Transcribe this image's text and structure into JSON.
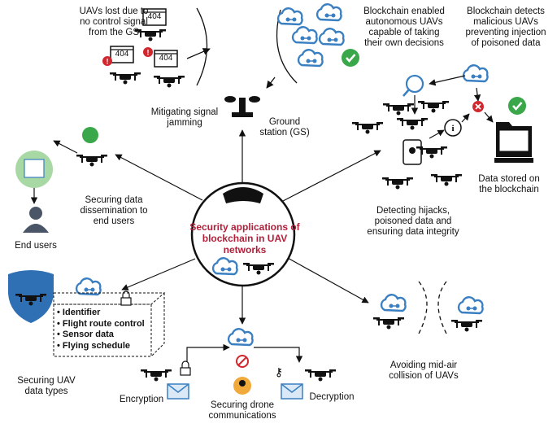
{
  "center": {
    "title": "Security applications of blockchain in UAV networks"
  },
  "labels": {
    "uavs_lost": "UAVs lost due to\nno control signal\nfrom the GS",
    "mitigating": "Mitigating signal\njamming",
    "ground_station": "Ground\nstation (GS)",
    "blockchain_autonomous": "Blockchain enabled\nautonomous UAVs\ncapable of taking\ntheir own decisions",
    "blockchain_detects": "Blockchain detects\nmalicious UAVs\npreventing injection\nof poisoned data",
    "data_stored": "Data stored on\nthe blockchain",
    "detecting": "Detecting hijacks,\npoisoned data and\nensuring data integrity",
    "securing_dissemination": "Securing data\ndissemination to\nend users",
    "end_users": "End users",
    "avoiding": "Avoiding mid-air\ncollision of UAVs",
    "securing_types": "Securing UAV\ndata types",
    "encryption": "Encryption",
    "securing_comms": "Securing drone\ncommunications",
    "decryption": "Decryption"
  },
  "data_types": [
    "Identifier",
    "Flight route control",
    "Sensor data",
    "Flying schedule"
  ],
  "screens": [
    "404",
    "404",
    "404"
  ],
  "colors": {
    "accent_red": "#b0203a",
    "cloud_blue": "#3a7fc1",
    "shield_blue": "#2f6fb3",
    "check_green": "#3aa84a",
    "alert_red": "#d0282e"
  }
}
